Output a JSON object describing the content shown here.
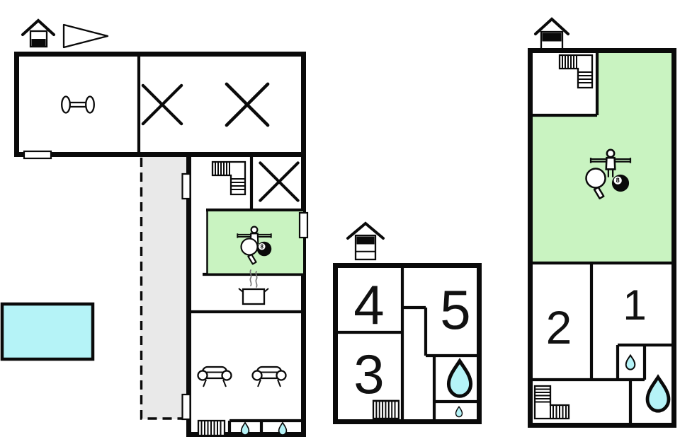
{
  "colors": {
    "wall": "#0a0a0a",
    "room_green": "#c9f3c1",
    "water_cyan": "#b5f3f7",
    "terrace_gray": "#e9e9e9",
    "background": "#ffffff"
  },
  "rooms": {
    "annex": [
      {
        "label": "4"
      },
      {
        "label": "5"
      },
      {
        "label": "3"
      }
    ],
    "guesthouse": [
      {
        "label": "2"
      },
      {
        "label": "1"
      }
    ]
  },
  "billiards": {
    "ball_number": "8"
  },
  "icons": {
    "house": "house-level-indicator-icon",
    "flag": "wind-flag-icon",
    "dumbbell": "dumbbell-icon",
    "x_mark": "x-mark-icon",
    "stairs": "stairs-icon",
    "foosball": "foosball-player-icon",
    "paddle": "table-tennis-paddle-icon",
    "eight_ball": "eight-ball-icon",
    "pot": "cooking-pot-icon",
    "sofa": "sofa-icon",
    "water_drop": "water-drop-icon",
    "pool": "swimming-pool",
    "terrace": "terrace-area"
  }
}
